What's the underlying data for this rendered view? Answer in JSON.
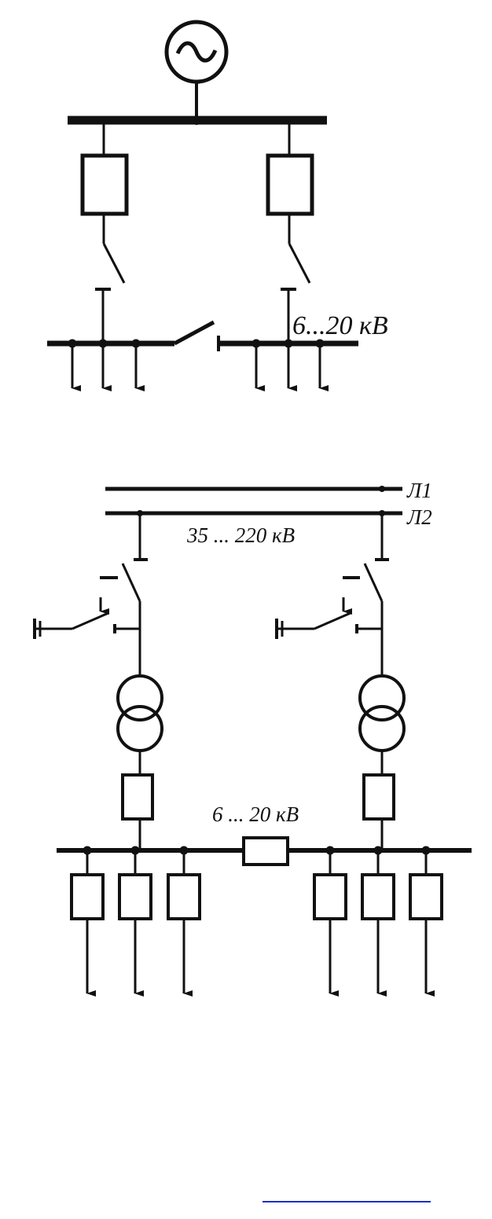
{
  "diagram_top": {
    "voltage_label": "6...20 кВ"
  },
  "diagram_bottom": {
    "line1_label": "Л1",
    "line2_label": "Л2",
    "hv_label": "35 ... 220 кВ",
    "lv_label": "6 ... 20 кВ"
  },
  "colors": {
    "ink": "#111111",
    "link": "#1a2ecc"
  },
  "icons": [
    "generator-icon",
    "circuit-breaker-icon",
    "disconnector-icon",
    "transformer-icon",
    "ground-icon",
    "feeder-arrow-icon"
  ]
}
